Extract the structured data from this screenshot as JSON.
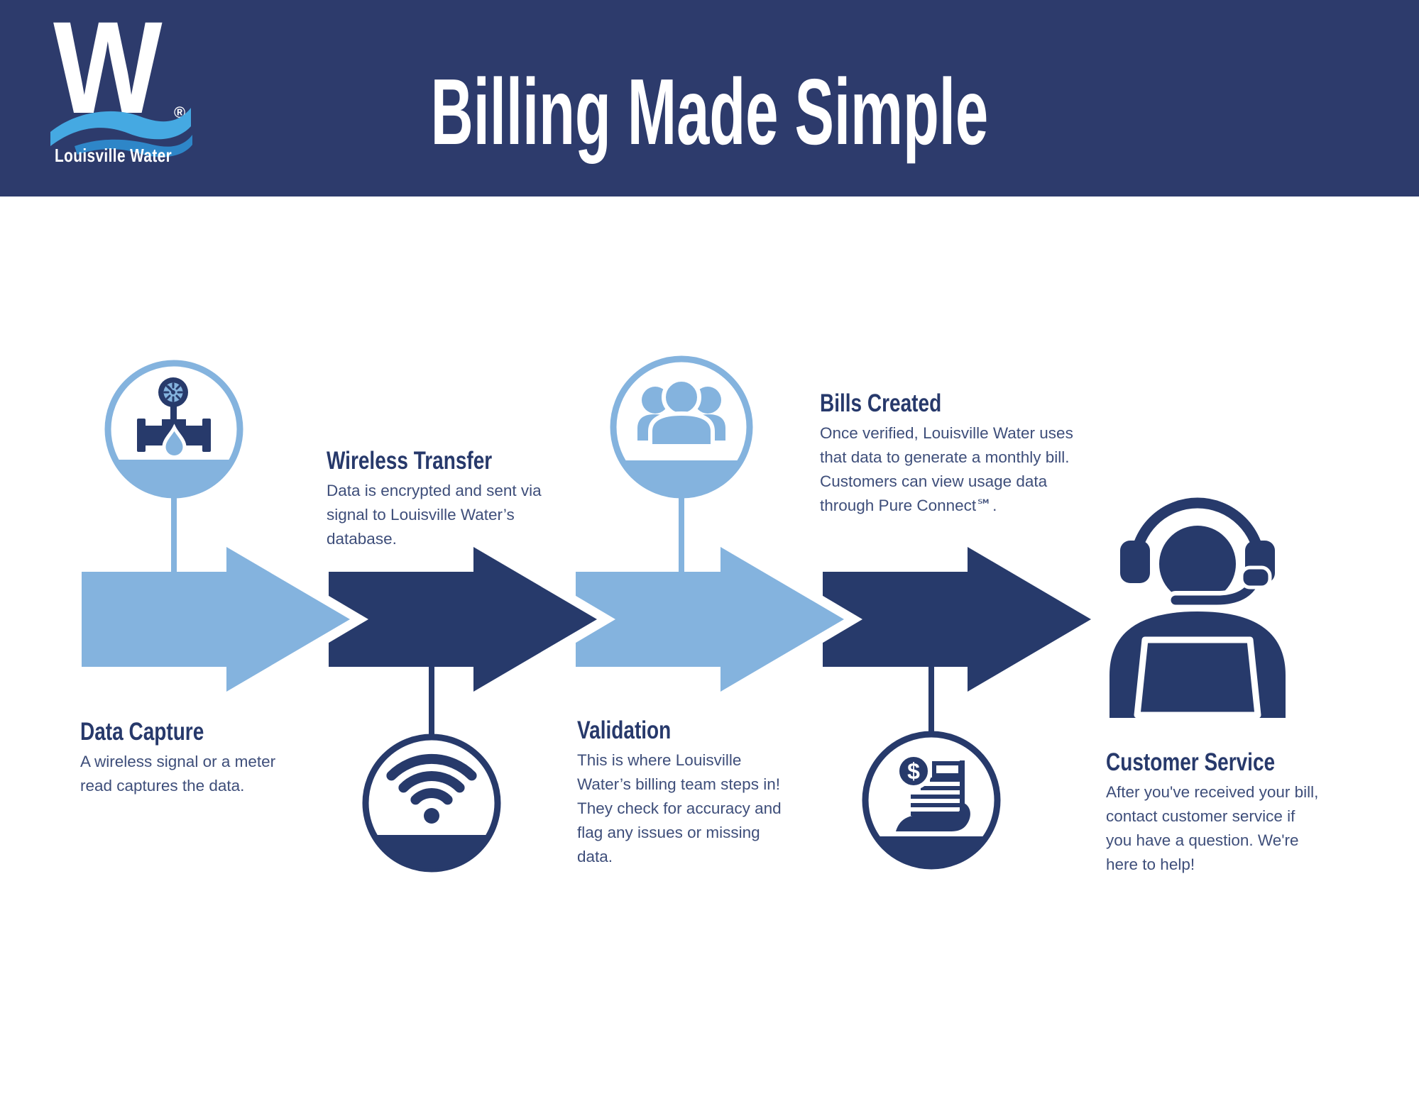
{
  "colors": {
    "header_bg": "#2D3B6C",
    "dark_blue": "#273A6B",
    "light_blue": "#84B3DE",
    "logo_wave_light": "#45A9E2",
    "logo_wave_dark": "#2E86C8",
    "heading_text": "#27396B",
    "body_text": "#3E4E7A",
    "background": "#FFFFFF"
  },
  "header": {
    "title": "Billing Made Simple",
    "logo": {
      "letter": "W",
      "registered": "®",
      "name": "Louisville Water"
    }
  },
  "steps": [
    {
      "title": "Data Capture",
      "description": [
        "A wireless signal or a meter",
        "read captures the data."
      ],
      "icon": "water-meter-icon",
      "accent": "light-blue"
    },
    {
      "title": "Wireless Transfer",
      "description": [
        "Data is encrypted and sent via",
        "signal to Louisville Water’s",
        "database."
      ],
      "icon": "wifi-icon",
      "accent": "dark-blue"
    },
    {
      "title": "Validation",
      "description": [
        "This is where Louisville",
        "Water’s billing team steps in!",
        "They check for accuracy and",
        "flag any issues or missing",
        "data."
      ],
      "icon": "people-icon",
      "accent": "light-blue"
    },
    {
      "title": "Bills Created",
      "description": [
        "Once verified, Louisville Water uses",
        "that data to generate a monthly bill.",
        "Customers can view usage data",
        "through Pure Connect℠."
      ],
      "icon": "billing-document-icon",
      "accent": "dark-blue"
    },
    {
      "title": "Customer Service",
      "description": [
        "After you've received your bill,",
        "contact customer service if",
        "you have a question. We're",
        "here to help!"
      ],
      "icon": "support-agent-icon",
      "accent": "dark-blue"
    }
  ],
  "bill_icon_dollar": "$"
}
